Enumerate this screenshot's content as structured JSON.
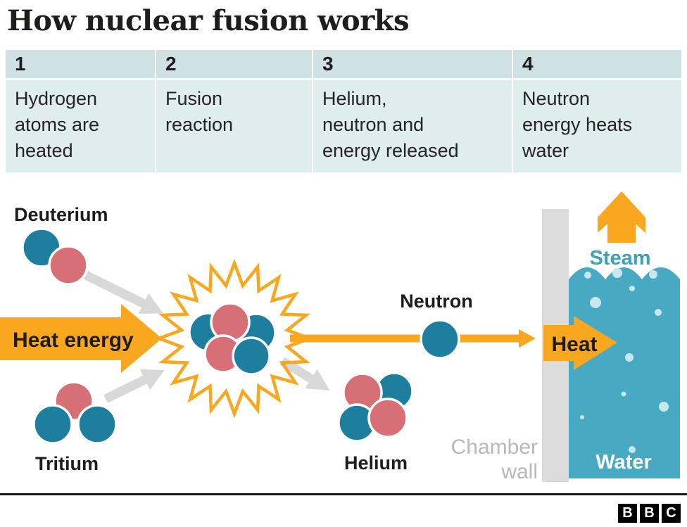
{
  "title": "How nuclear fusion works",
  "steps": [
    {
      "number": "1",
      "text": "Hydrogen\natoms are\nheated"
    },
    {
      "number": "2",
      "text": "Fusion\nreaction"
    },
    {
      "number": "3",
      "text": "Helium,\nneutron and\nenergy released"
    },
    {
      "number": "4",
      "text": "Neutron\nenergy heats\nwater"
    }
  ],
  "diagram": {
    "labels": {
      "deuterium": "Deuterium",
      "heat_energy": "Heat energy",
      "tritium": "Tritium",
      "neutron": "Neutron",
      "helium": "Helium",
      "chamber_wall_line1": "Chamber",
      "chamber_wall_line2": "wall",
      "heat": "Heat",
      "steam": "Steam",
      "water": "Water"
    },
    "colors": {
      "proton_red": "#d76f76",
      "neutron_teal": "#1d7f9d",
      "energy_orange": "#f8a71e",
      "arrow_gray": "#d8d8d8",
      "wall_gray": "#dcdcdc",
      "water_teal": "#47a9c2",
      "bubble_blue": "#c9e7ee",
      "steam_text_teal": "#3ba1bd",
      "wall_label_gray": "#b8b8b8",
      "table_header_bg": "#cfe1e5",
      "table_body_bg": "#dfedef"
    }
  },
  "footer": {
    "logo_letters": [
      "B",
      "B",
      "C"
    ]
  }
}
